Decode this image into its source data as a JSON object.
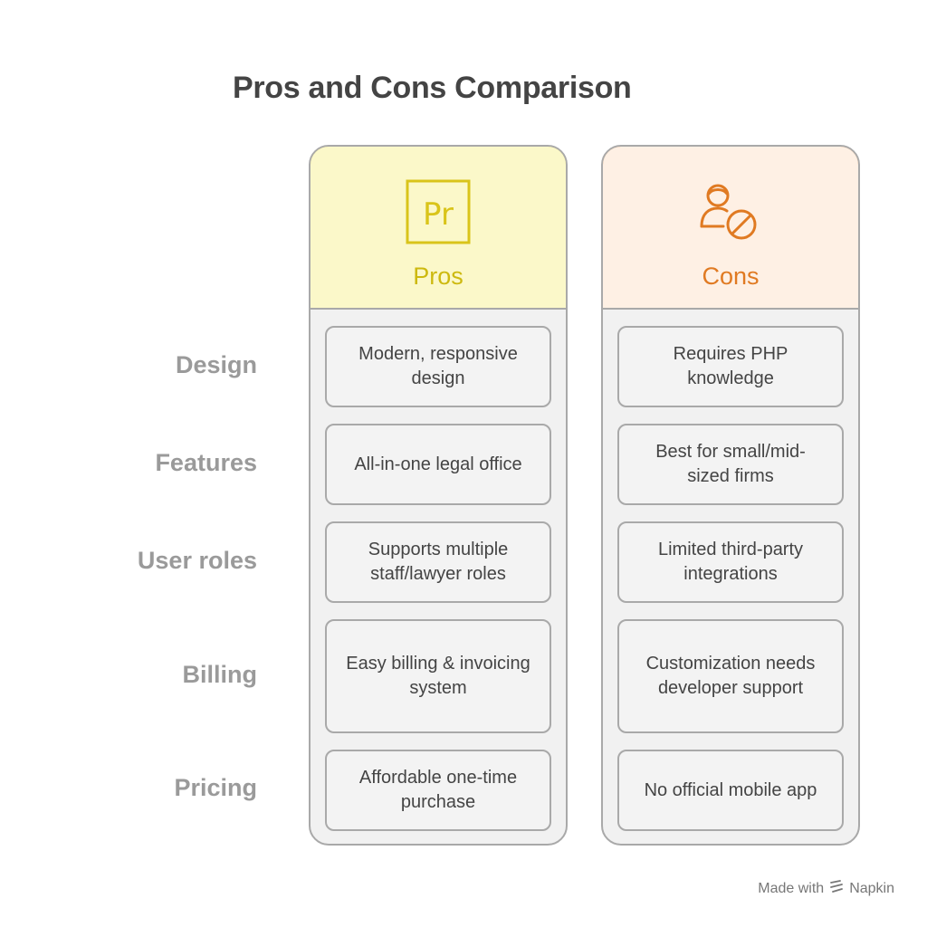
{
  "title": "Pros and Cons Comparison",
  "columns": {
    "pros": {
      "label": "Pros",
      "icon": "pr-square-icon",
      "color": "#e3d53a",
      "cards": [
        "Modern, responsive design",
        "All-in-one legal office",
        "Supports multiple staff/lawyer roles",
        "Easy billing & invoicing system",
        "Affordable one-time purchase"
      ]
    },
    "cons": {
      "label": "Cons",
      "icon": "user-blocked-icon",
      "color": "#e28a3c",
      "cards": [
        "Requires PHP knowledge",
        "Best for small/mid-sized firms",
        "Limited third-party integrations",
        "Customization needs developer support",
        "No official mobile app"
      ]
    }
  },
  "rows": [
    "Design",
    "Features",
    "User roles",
    "Billing",
    "Pricing"
  ],
  "icon_text": "Pr",
  "footer": {
    "made_with": "Made with",
    "brand": "Napkin"
  }
}
